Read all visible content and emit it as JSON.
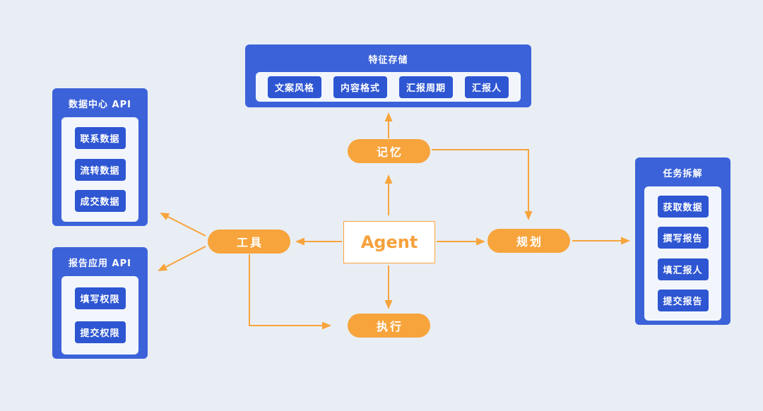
{
  "colors": {
    "bg": "#e9eef5",
    "panel-blue": "#3b62d9",
    "panel-inner": "#f2f6fc",
    "chip-blue": "#2e56d2",
    "orange": "#f7a43c",
    "agent-text": "#f6a13c"
  },
  "panels": {
    "feature_store": {
      "title": "特征存储",
      "items": [
        "文案风格",
        "内容格式",
        "汇报周期",
        "汇报人"
      ]
    },
    "data_center_api": {
      "title": "数据中心 API",
      "items": [
        "联系数据",
        "流转数据",
        "成交数据"
      ]
    },
    "report_app_api": {
      "title": "报告应用 API",
      "items": [
        "填写权限",
        "提交权限"
      ]
    },
    "task_breakdown": {
      "title": "任务拆解",
      "items": [
        "获取数据",
        "撰写报告",
        "填汇报人",
        "提交报告"
      ]
    }
  },
  "nodes": {
    "agent": "Agent",
    "memory": "记忆",
    "tools": "工具",
    "planning": "规划",
    "execution": "执行"
  }
}
